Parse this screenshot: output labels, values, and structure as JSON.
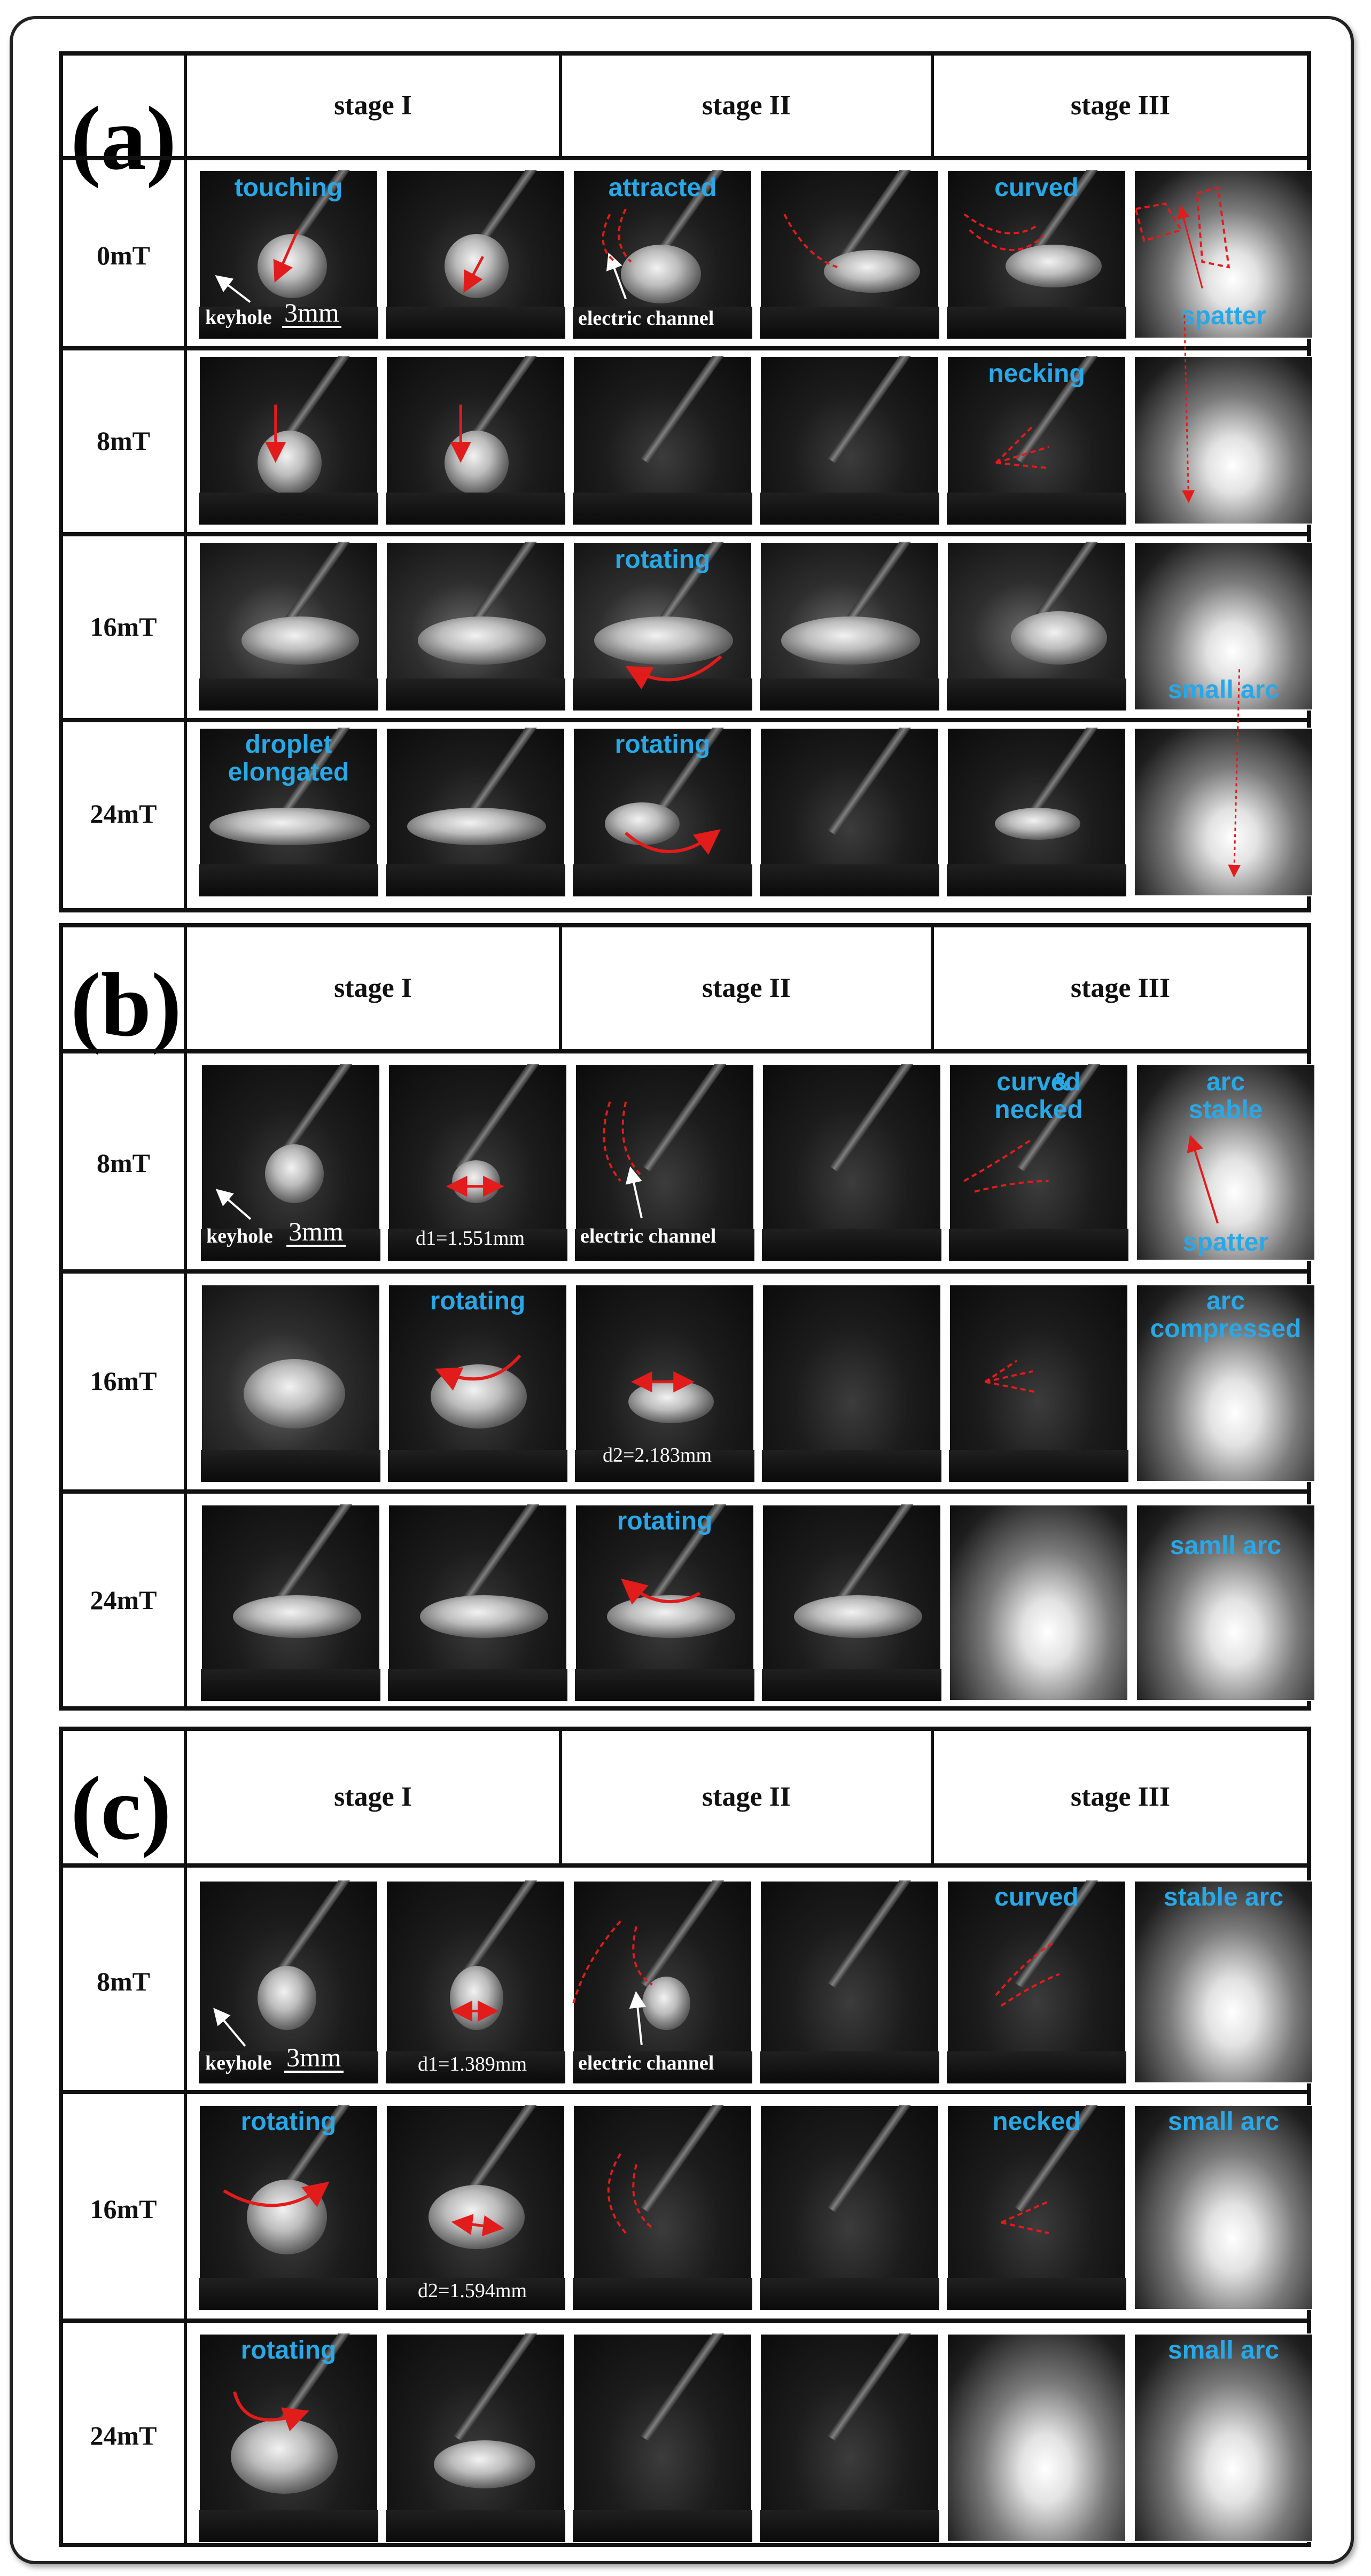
{
  "panels": [
    {
      "letter": "(a)",
      "stages": [
        "stage I",
        "stage II",
        "stage III"
      ],
      "rows": [
        {
          "label": "0mT",
          "annotations": [
            "touching",
            "attracted",
            "curved",
            "spatter"
          ],
          "white_labels": [
            "keyhole",
            "electric channel"
          ],
          "scale": "3mm"
        },
        {
          "label": "8mT",
          "annotations": [
            "necking"
          ]
        },
        {
          "label": "16mT",
          "annotations": [
            "rotating",
            "small arc"
          ]
        },
        {
          "label": "24mT",
          "annotations": [
            "droplet",
            "elongated",
            "rotating"
          ]
        }
      ]
    },
    {
      "letter": "(b)",
      "stages": [
        "stage I",
        "stage II",
        "stage III"
      ],
      "rows": [
        {
          "label": "8mT",
          "annotations": [
            "curved",
            "&",
            "necked",
            "arc",
            "stable",
            "spatter"
          ],
          "white_labels": [
            "keyhole",
            "d1=1.551mm",
            "electric channel"
          ],
          "scale": "3mm"
        },
        {
          "label": "16mT",
          "annotations": [
            "rotating",
            "arc",
            "compressed"
          ],
          "white_labels": [
            "d2=2.183mm"
          ]
        },
        {
          "label": "24mT",
          "annotations": [
            "rotating",
            "samll arc"
          ]
        }
      ]
    },
    {
      "letter": "(c)",
      "stages": [
        "stage I",
        "stage II",
        "stage III"
      ],
      "rows": [
        {
          "label": "8mT",
          "annotations": [
            "curved",
            "stable arc"
          ],
          "white_labels": [
            "keyhole",
            "d1=1.389mm",
            "electric channel"
          ],
          "scale": "3mm"
        },
        {
          "label": "16mT",
          "annotations": [
            "rotating",
            "necked",
            "small arc"
          ],
          "white_labels": [
            "d2=1.594mm"
          ]
        },
        {
          "label": "24mT",
          "annotations": [
            "rotating",
            "small arc"
          ]
        }
      ]
    }
  ],
  "colors": {
    "annotation": "#2aa7e6",
    "arrow": "#e21b1b",
    "border": "#111111"
  }
}
